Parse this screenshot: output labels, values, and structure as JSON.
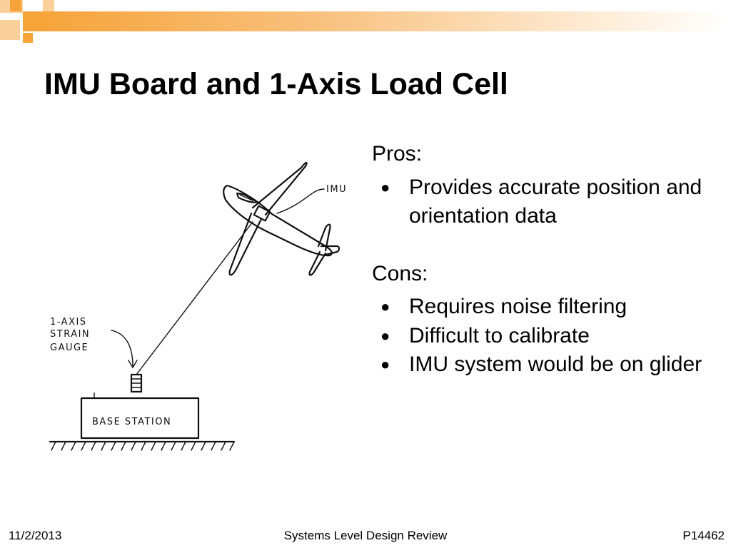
{
  "slide": {
    "title": "IMU Board and 1-Axis Load Cell",
    "pros_heading": "Pros:",
    "pros": [
      "Provides accurate position and orientation data"
    ],
    "cons_heading": "Cons:",
    "cons": [
      "Requires noise filtering",
      "Difficult to calibrate",
      "IMU system would be on glider"
    ],
    "bullet_symbol": "●"
  },
  "sketch": {
    "imu_label": "IMU",
    "gauge_label": [
      "1-AXIS",
      "STRAIN",
      "GAUGE"
    ],
    "base_label": "BASE STATION"
  },
  "footer": {
    "date": "11/2/2013",
    "center": "Systems Level Design Review",
    "code": "P14462"
  },
  "colors": {
    "accent_orange": "#f6a43a",
    "accent_light": "#fbd09a"
  }
}
